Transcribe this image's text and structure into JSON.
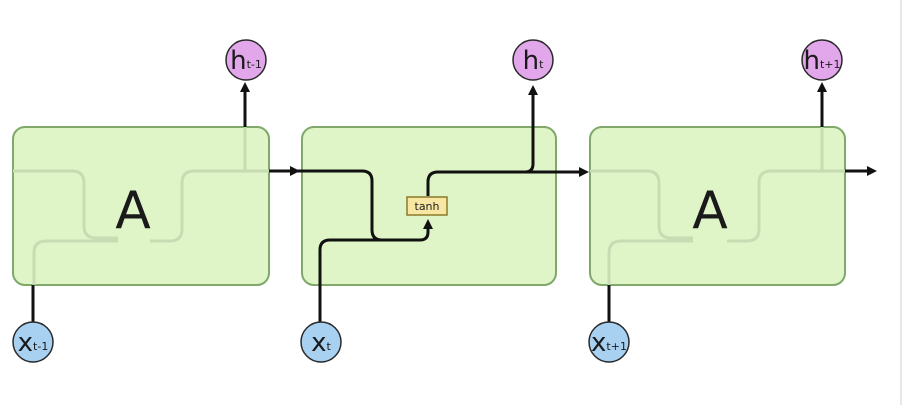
{
  "diagram": {
    "cells": [
      {
        "label": "A",
        "input": {
          "base": "x",
          "sub": "t-1"
        },
        "output": {
          "base": "h",
          "sub": "t-1"
        }
      },
      {
        "label": "",
        "input": {
          "base": "x",
          "sub": "t"
        },
        "output": {
          "base": "h",
          "sub": "t"
        },
        "activation": "tanh"
      },
      {
        "label": "A",
        "input": {
          "base": "x",
          "sub": "t+1"
        },
        "output": {
          "base": "h",
          "sub": "t+1"
        }
      }
    ],
    "colors": {
      "cell_fill": "#dff5c8",
      "cell_stroke": "#7fa86a",
      "ghost_line": "#c8dcb4",
      "input_fill": "#a8d0f0",
      "output_fill": "#e2a6ea",
      "node_stroke": "#2a2a2a",
      "tanh_fill": "#f7e7a2",
      "tanh_stroke": "#8a7a2a",
      "line": "#111111"
    }
  }
}
